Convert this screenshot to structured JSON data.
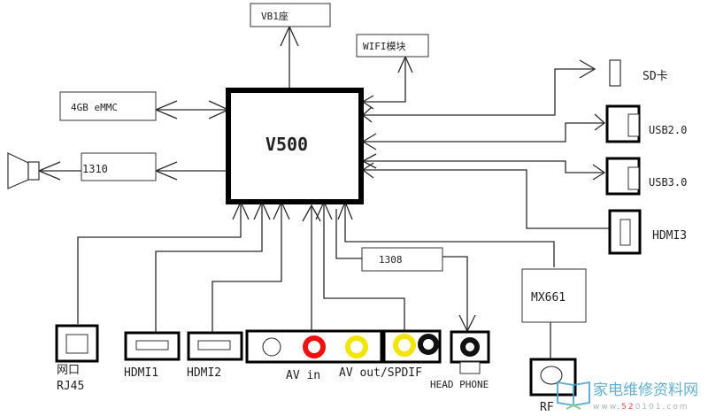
{
  "diagram": {
    "title": "V500 block diagram",
    "main_chip": "V500",
    "blocks": {
      "vb1": "VB1座",
      "wifi": "WIFI模块",
      "emmc": "4GB eMMC",
      "audio_amp": "1310",
      "sd": "SD卡",
      "usb2": "USB2.0",
      "usb3": "USB3.0",
      "hdmi3": "HDMI3",
      "mx661": "MX661",
      "hp_amp": "1308",
      "rj45_cn": "网口",
      "rj45": "RJ45",
      "hdmi1": "HDMI1",
      "hdmi2": "HDMI2",
      "av_in": "AV in",
      "av_out": "AV out/SPDIF",
      "headphone": "HEAD PHONE",
      "rf": "RF"
    },
    "colors": {
      "line": "#2a2a2a",
      "rca_red": "#ee1111",
      "rca_yellow": "#f2e600",
      "rca_black": "#111111",
      "watermark": "#4aa3c8",
      "watermark_red": "#e0302a"
    },
    "watermark": {
      "text": "家电维修资料网",
      "url_prefix": "www.",
      "url_highlight": "52",
      "url_suffix": "0101.com"
    }
  }
}
